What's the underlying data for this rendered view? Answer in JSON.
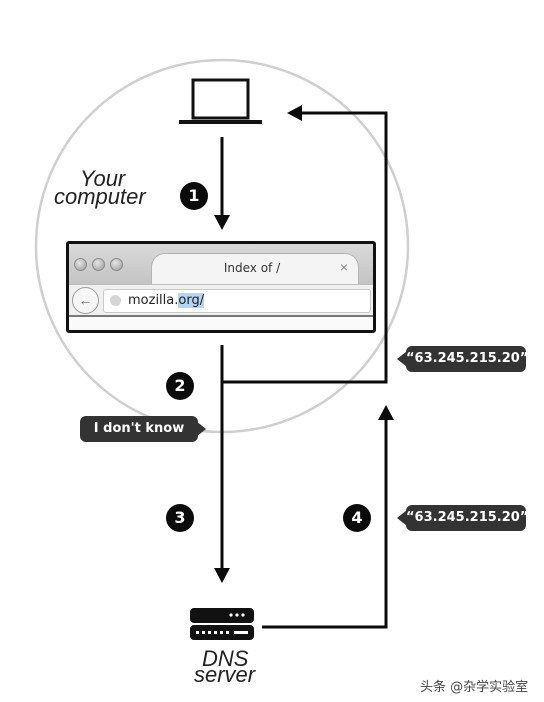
{
  "labels": {
    "your_computer_line1": "Your",
    "your_computer_line2": "computer",
    "dns_line1": "DNS",
    "dns_line2": "server"
  },
  "steps": [
    "1",
    "2",
    "3",
    "4"
  ],
  "bubbles": {
    "dont_know": "I don't know",
    "ip_upper": "“63.245.215.20”",
    "ip_lower": "“63.245.215.20”"
  },
  "browser": {
    "tab_title": "Index of /",
    "tab_close": "×",
    "back_glyph": "←",
    "url_prefix": "mozilla.",
    "url_selected": "org/"
  },
  "watermark": "头条 @杂学实验室",
  "icons": {
    "computer": "laptop-icon",
    "server": "server-icon",
    "back": "back-arrow-icon",
    "globe": "globe-icon"
  },
  "colors": {
    "line": "#0b0b0b",
    "circle": "#cfcfcf",
    "bubble": "#333333",
    "url_selection": "#b6d4f6"
  }
}
